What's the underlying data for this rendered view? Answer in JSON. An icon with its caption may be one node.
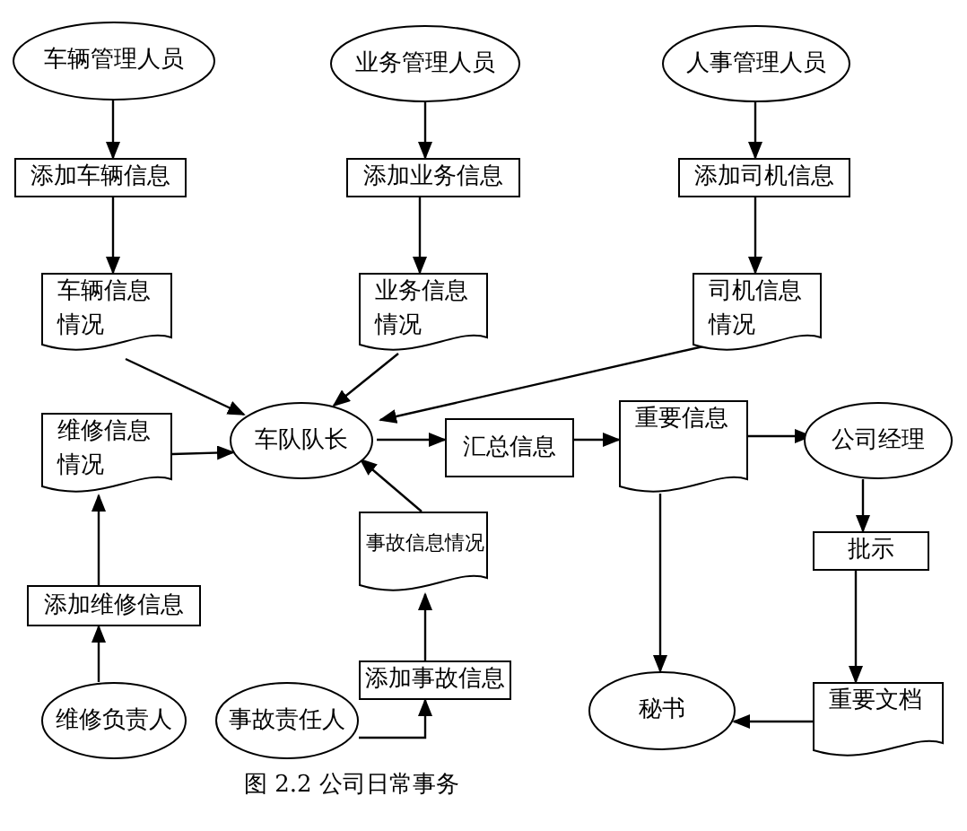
{
  "diagram": {
    "caption": "图 2.2 公司日常事务",
    "nodes": [
      {
        "text": [
          "车辆管理人员"
        ]
      },
      {
        "text": [
          "业务管理人员"
        ]
      },
      {
        "text": [
          "人事管理人员"
        ]
      },
      {
        "text": [
          "添加车辆信息"
        ]
      },
      {
        "text": [
          "添加业务信息"
        ]
      },
      {
        "text": [
          "添加司机信息"
        ]
      },
      {
        "text": [
          "车辆信息情况"
        ]
      },
      {
        "text": [
          "业务信息情况"
        ]
      },
      {
        "text": [
          "司机信息情况"
        ]
      },
      {
        "text": [
          "维修信息情况"
        ]
      },
      {
        "text": [
          "车队队长"
        ]
      },
      {
        "text": [
          "汇总信息"
        ]
      },
      {
        "text": [
          "重要信息"
        ]
      },
      {
        "text": [
          "公司经理"
        ]
      },
      {
        "text": [
          "事故信息情况"
        ]
      },
      {
        "text": [
          "批示"
        ]
      },
      {
        "text": [
          "添加维修信息"
        ]
      },
      {
        "text": [
          "添加事故信息"
        ]
      },
      {
        "text": [
          "维修负责人"
        ]
      },
      {
        "text": [
          "事故责任人"
        ]
      },
      {
        "text": [
          "秘书"
        ]
      },
      {
        "text": [
          "重要文档"
        ]
      }
    ],
    "edges": [
      {
        "from": 0,
        "to": 3,
        "arrow": "to"
      },
      {
        "from": 1,
        "to": 4,
        "arrow": "to"
      },
      {
        "from": 2,
        "to": 5,
        "arrow": "to"
      },
      {
        "from": 3,
        "to": 6,
        "arrow": "to"
      },
      {
        "from": 4,
        "to": 7,
        "arrow": "to"
      },
      {
        "from": 5,
        "to": 8,
        "arrow": "to"
      },
      {
        "from": 6,
        "to": 10,
        "arrow": "to"
      },
      {
        "from": 7,
        "to": 10,
        "arrow": "to"
      },
      {
        "from": 8,
        "to": 10,
        "arrow": "to"
      },
      {
        "from": 9,
        "to": 10,
        "arrow": "to"
      },
      {
        "from": 10,
        "to": 11,
        "arrow": "to"
      },
      {
        "from": 11,
        "to": 12,
        "arrow": "to"
      },
      {
        "from": 12,
        "to": 13,
        "arrow": "to"
      },
      {
        "from": 13,
        "to": 15,
        "arrow": "to"
      },
      {
        "from": 15,
        "to": 21,
        "arrow": "to"
      },
      {
        "from": 21,
        "to": 20,
        "arrow": "to"
      },
      {
        "from": 12,
        "to": 20,
        "arrow": "to"
      },
      {
        "from": 14,
        "to": 10,
        "arrow": "to"
      },
      {
        "from": 16,
        "to": 9,
        "arrow": "to"
      },
      {
        "from": 18,
        "to": 16,
        "arrow": "to"
      },
      {
        "from": 17,
        "to": 14,
        "arrow": "to"
      },
      {
        "from": 19,
        "to": 17,
        "arrow": "to"
      }
    ]
  }
}
